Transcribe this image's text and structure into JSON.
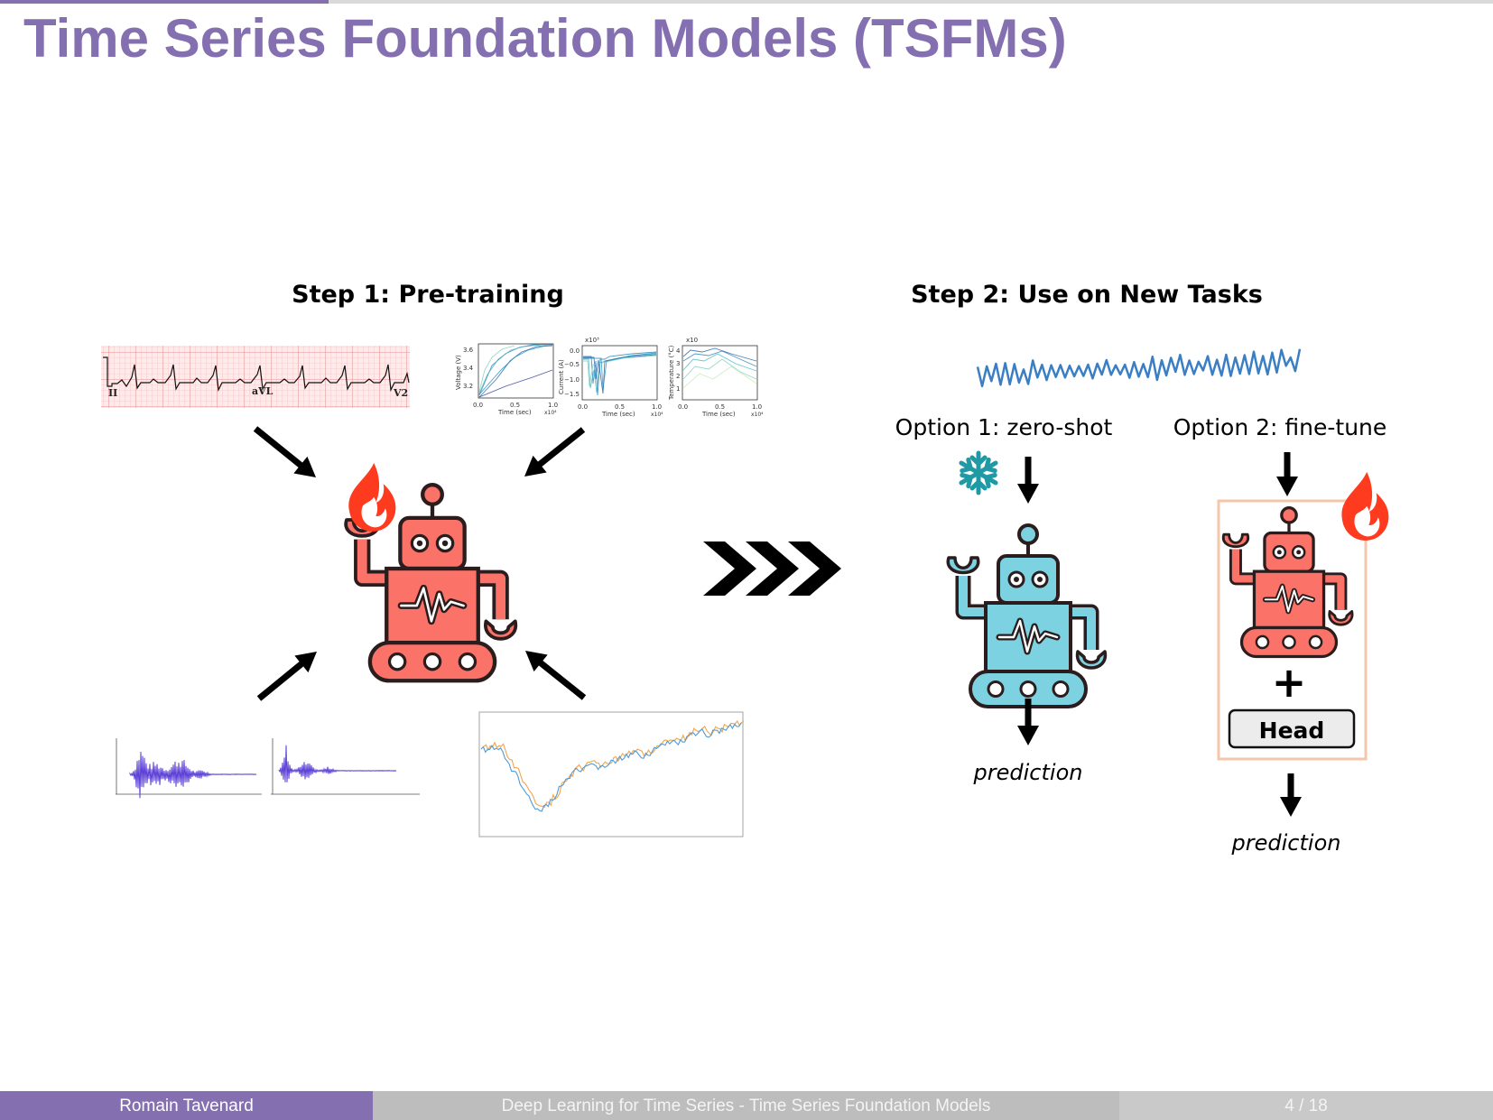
{
  "slide": {
    "title": "Time Series Foundation Models (TSFMs)",
    "progress": 0.22
  },
  "diagram": {
    "step1_title": "Step 1: Pre-training",
    "step2_title": "Step 2: Use on New Tasks",
    "option1_label": "Option 1: zero-shot",
    "option2_label": "Option 2: fine-tune",
    "head_label": "Head",
    "plus_symbol": "+",
    "prediction_label": "prediction",
    "ecg_leads": [
      "II",
      "aVL",
      "V2"
    ],
    "battery_plots": {
      "multipliers": [
        "x10³",
        "x10"
      ],
      "ylabels": [
        "Voltage (V)",
        "Current (A)",
        "Temperature (°C)"
      ],
      "xlabel": "Time (sec)",
      "x_ticks": [
        "0.0",
        "0.5",
        "1.0"
      ],
      "x_multiplier": "x10⁴",
      "voltage_ticks": [
        "3.6",
        "3.4",
        "3.2"
      ],
      "current_ticks": [
        "0.0",
        "−0.5",
        "−1.0",
        "−1.5"
      ],
      "temperature_ticks": [
        "4",
        "3",
        "2",
        "1"
      ]
    },
    "colors": {
      "robot_red": "#fa7268",
      "robot_teal": "#7cd2e0",
      "robot_outline": "#2b1d1d",
      "flame": "#ff3b1f",
      "snowflake": "#1f9aa5",
      "finetune_box": "#f4c7ac",
      "signal_blue": "#3a7fc4",
      "audio_purple": "#5b3fd6",
      "stock_orange": "#f2a54a",
      "stock_blue": "#4f9ad6"
    },
    "icons": [
      "flame-icon",
      "snowflake-icon",
      "robot-icon",
      "chevron-arrows-icon"
    ]
  },
  "footer": {
    "author": "Romain Tavenard",
    "talk": "Deep Learning for Time Series - Time Series Foundation Models",
    "page": "4 / 18"
  }
}
